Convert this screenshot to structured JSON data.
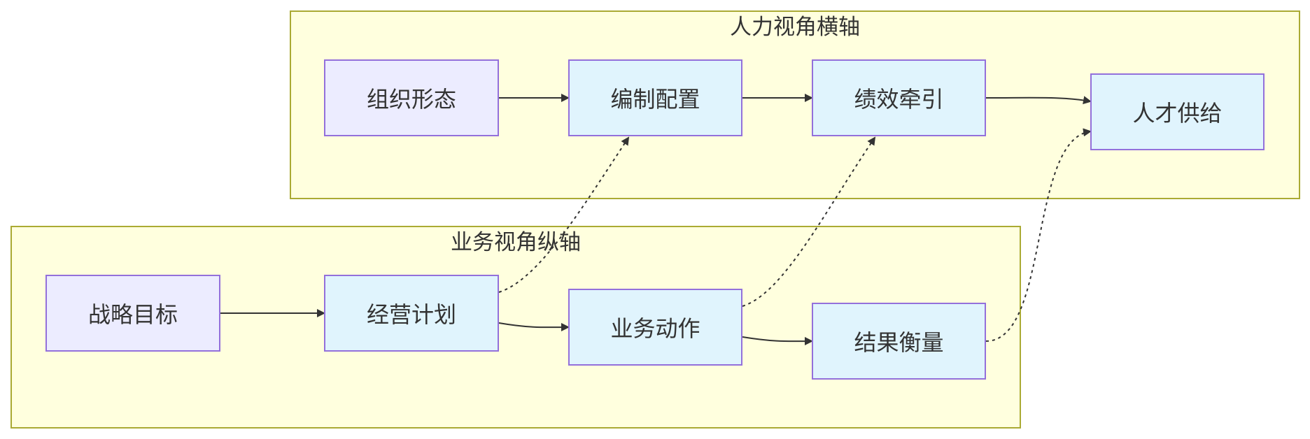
{
  "groups": {
    "hr": {
      "title": "人力视角横轴"
    },
    "biz": {
      "title": "业务视角纵轴"
    }
  },
  "nodes": {
    "org_form": "组织形态",
    "staffing": "编制配置",
    "performance": "绩效牵引",
    "talent_supply": "人才供给",
    "strategic_goal": "战略目标",
    "business_plan": "经营计划",
    "business_action": "业务动作",
    "result_measure": "结果衡量"
  },
  "edges": [
    {
      "from": "org_form",
      "to": "staffing",
      "style": "solid"
    },
    {
      "from": "staffing",
      "to": "performance",
      "style": "solid"
    },
    {
      "from": "performance",
      "to": "talent_supply",
      "style": "solid"
    },
    {
      "from": "strategic_goal",
      "to": "business_plan",
      "style": "solid"
    },
    {
      "from": "business_plan",
      "to": "business_action",
      "style": "solid"
    },
    {
      "from": "business_action",
      "to": "result_measure",
      "style": "solid"
    },
    {
      "from": "business_plan",
      "to": "staffing",
      "style": "dotted"
    },
    {
      "from": "business_action",
      "to": "performance",
      "style": "dotted"
    },
    {
      "from": "result_measure",
      "to": "talent_supply",
      "style": "dotted"
    }
  ],
  "colors": {
    "group_fill": "#ffffde",
    "group_border": "#aaaa33",
    "node_border": "#9370db",
    "root_node_fill": "#ececff",
    "node_fill": "#e0f4fd",
    "edge": "#333333",
    "text": "#333333"
  }
}
